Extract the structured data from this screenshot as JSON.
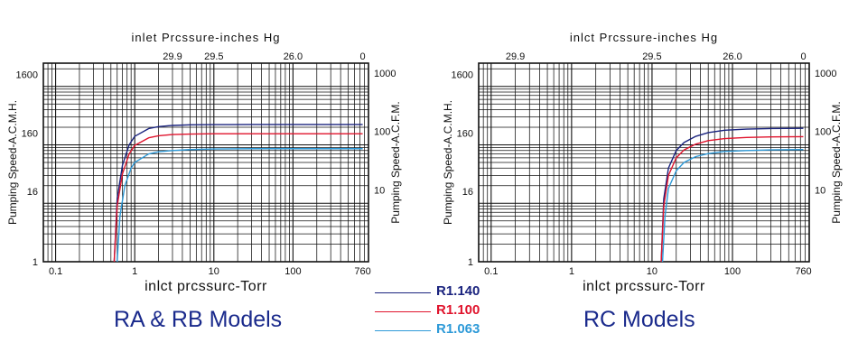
{
  "captions": {
    "left": "RA & RB Models",
    "right": "RC Models"
  },
  "legend": [
    {
      "label": "R1.140",
      "color": "#1a237e"
    },
    {
      "label": "R1.100",
      "color": "#e0142d"
    },
    {
      "label": "R1.063",
      "color": "#2e9ad8"
    }
  ],
  "chart_data": [
    {
      "type": "line",
      "name": "RA & RB Models",
      "title_top": "inlet  Prcssure-inches Hg",
      "xlabel": "inlct  prcssurc-Torr",
      "ylabel_left": "Pumping Speed-A.C.M.H.",
      "ylabel_right": "Pumping Speed-A.C.F.M.",
      "x_scale": "log",
      "y_scale": "log",
      "xlim": [
        0.07,
        900
      ],
      "ylim": [
        1,
        2500
      ],
      "x_ticks": [
        "0.1",
        "1",
        "10",
        "100",
        "760"
      ],
      "x_tick_values": [
        0.1,
        1,
        10,
        100,
        760
      ],
      "y_left_ticks": [
        "1",
        "16",
        "160",
        "1600"
      ],
      "y_left_tick_values": [
        1,
        16,
        160,
        1600
      ],
      "y_right_ticks": [
        "10",
        "100",
        "1000"
      ],
      "y_right_tick_values": [
        17,
        170,
        1700
      ],
      "top_ticks": [
        "29.9",
        "29.5",
        "26.0",
        "0"
      ],
      "top_tick_values": [
        3,
        10,
        100,
        760
      ],
      "grid": true,
      "series": [
        {
          "name": "R1.140",
          "x": [
            0.55,
            0.6,
            0.7,
            0.85,
            1,
            1.5,
            2,
            3,
            5,
            10,
            30,
            100,
            760
          ],
          "y": [
            1,
            12,
            45,
            100,
            140,
            190,
            205,
            215,
            220,
            222,
            223,
            223,
            223
          ]
        },
        {
          "name": "R1.100",
          "x": [
            0.55,
            0.6,
            0.7,
            0.85,
            1,
            1.5,
            2,
            3,
            5,
            10,
            30,
            100,
            760
          ],
          "y": [
            1,
            9,
            32,
            70,
            98,
            132,
            143,
            150,
            153,
            155,
            155,
            155,
            155
          ]
        },
        {
          "name": "R1.063",
          "x": [
            0.6,
            0.65,
            0.75,
            0.9,
            1,
            1.5,
            2,
            3,
            5,
            10,
            30,
            100,
            760
          ],
          "y": [
            1,
            6,
            20,
            40,
            50,
            70,
            76,
            80,
            83,
            85,
            86,
            86,
            86
          ]
        }
      ]
    },
    {
      "type": "line",
      "name": "RC Models",
      "title_top": "inlct   Prcssure-inches Hg",
      "xlabel": "inlct  prcssurc-Torr",
      "ylabel_left": "Pumping Speed-A.C.M.H.",
      "ylabel_right": "Pumping Speed-A.C.F.M.",
      "x_scale": "log",
      "y_scale": "log",
      "xlim": [
        0.07,
        900
      ],
      "ylim": [
        1,
        2500
      ],
      "x_ticks": [
        "0.1",
        "1",
        "10",
        "100",
        "760"
      ],
      "x_tick_values": [
        0.1,
        1,
        10,
        100,
        760
      ],
      "y_left_ticks": [
        "1",
        "16",
        "160",
        "1600"
      ],
      "y_left_tick_values": [
        1,
        16,
        160,
        1600
      ],
      "y_right_ticks": [
        "10",
        "100",
        "1000"
      ],
      "y_right_tick_values": [
        17,
        170,
        1700
      ],
      "top_ticks": [
        "29.9",
        "29.5",
        "26.0",
        "0"
      ],
      "top_tick_values": [
        0.2,
        10,
        100,
        760
      ],
      "grid": true,
      "series": [
        {
          "name": "R1.140",
          "x": [
            13,
            14,
            16,
            20,
            25,
            35,
            50,
            80,
            150,
            300,
            760
          ],
          "y": [
            1,
            12,
            40,
            80,
            110,
            140,
            162,
            178,
            186,
            190,
            192
          ]
        },
        {
          "name": "R1.100",
          "x": [
            13,
            14,
            16,
            20,
            25,
            35,
            50,
            80,
            150,
            300,
            760
          ],
          "y": [
            1,
            9,
            30,
            60,
            82,
            103,
            118,
            128,
            134,
            137,
            138
          ]
        },
        {
          "name": "R1.063",
          "x": [
            13.5,
            14.5,
            16,
            20,
            25,
            35,
            50,
            80,
            150,
            300,
            760
          ],
          "y": [
            1,
            6,
            18,
            36,
            50,
            63,
            71,
            77,
            80,
            82,
            83
          ]
        }
      ]
    }
  ]
}
